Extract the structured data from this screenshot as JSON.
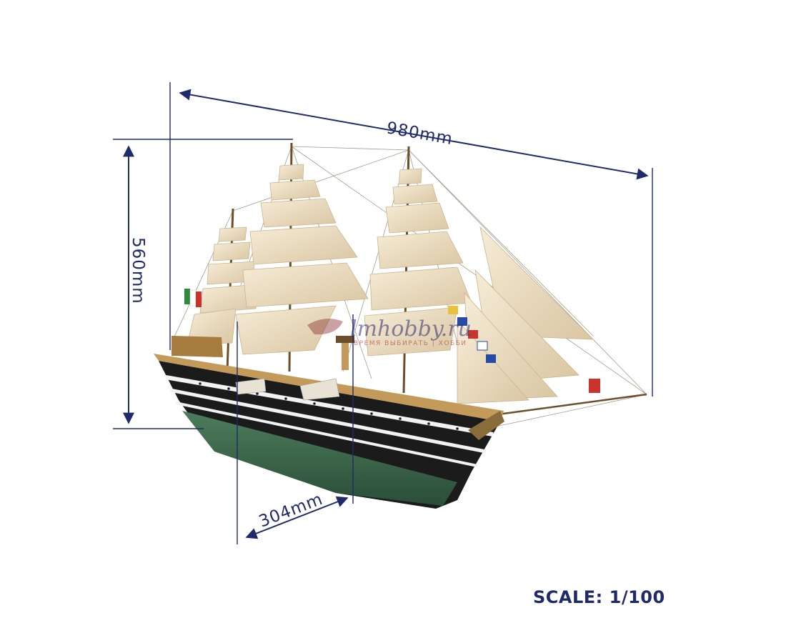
{
  "dimensions": {
    "length": "980mm",
    "height": "560mm",
    "beam": "304mm"
  },
  "scale": "SCALE: 1/100",
  "watermark": {
    "brand": "lmhobby.ru",
    "tagline": "ВРЕМЯ ВЫБИРАТЬ | ХОББИ"
  },
  "colors": {
    "dimension_lines": "#1f2a6b",
    "hull_green": "#3f6b4d",
    "hull_black": "#1b1b1b",
    "sail": "#efe2c8",
    "wood": "#c39a5a"
  },
  "icons": [
    "ship-model-image",
    "dimension-arrow",
    "watermark-logo"
  ]
}
